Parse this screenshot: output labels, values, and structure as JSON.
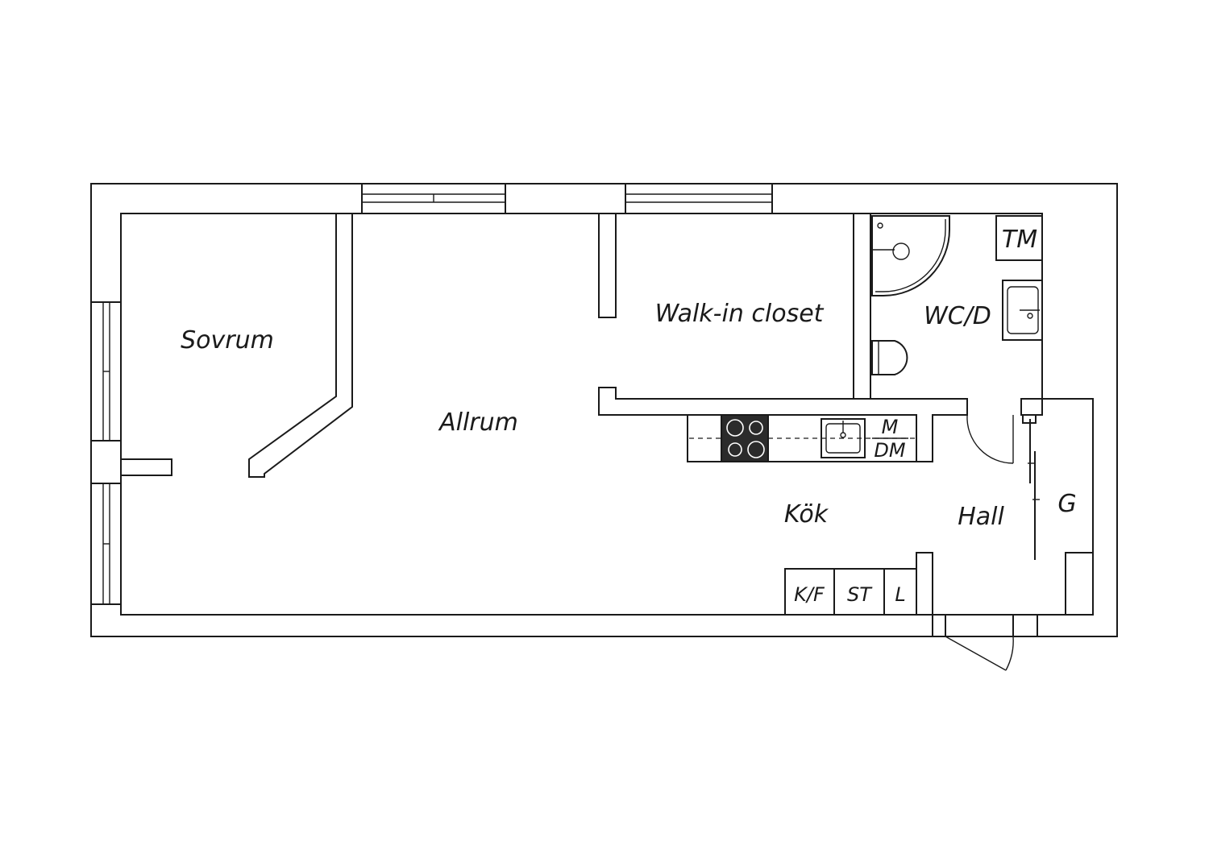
{
  "rooms": {
    "sovrum": "Sovrum",
    "allrum": "Allrum",
    "walk_in_closet": "Walk-in closet",
    "wc_d": "WC/D",
    "kok": "Kök",
    "hall": "Hall"
  },
  "fixtures": {
    "tm": "TM",
    "m": "M",
    "dm": "DM",
    "g": "G",
    "kf": "K/F",
    "st": "ST",
    "l": "L"
  },
  "colors": {
    "line": "#1a1a1a",
    "background": "#ffffff",
    "stove": "#2b2b2b"
  }
}
